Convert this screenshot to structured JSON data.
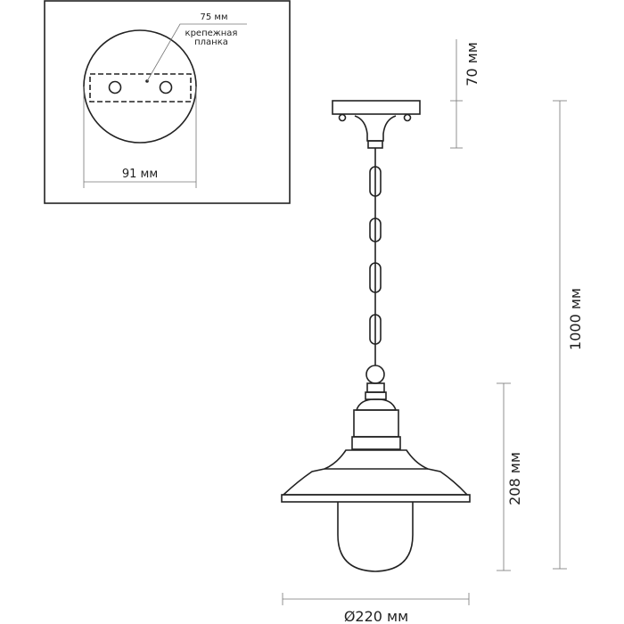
{
  "inset": {
    "plate_width_label": "75 мм",
    "plate_name_line1": "крепежная",
    "plate_name_line2": "планка",
    "canopy_diameter_label": "91 мм"
  },
  "dimensions": {
    "canopy_height": "70 мм",
    "total_height": "1000 мм",
    "shade_height": "208 мм",
    "shade_diameter": "Ø220 мм"
  }
}
